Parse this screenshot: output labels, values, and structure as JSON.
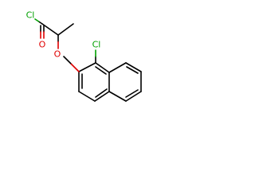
{
  "molecule": {
    "atoms": [
      {
        "id": "cl_acyl",
        "symbol": "Cl",
        "label": "Cl",
        "color": "#00a000"
      },
      {
        "id": "o_carbonyl",
        "symbol": "O",
        "label": "O",
        "color": "#e00000"
      },
      {
        "id": "o_ether",
        "symbol": "O",
        "label": "O",
        "color": "#e00000"
      },
      {
        "id": "cl_ring",
        "symbol": "Cl",
        "label": "Cl",
        "color": "#00a000"
      }
    ],
    "bond_color": "#000000"
  }
}
